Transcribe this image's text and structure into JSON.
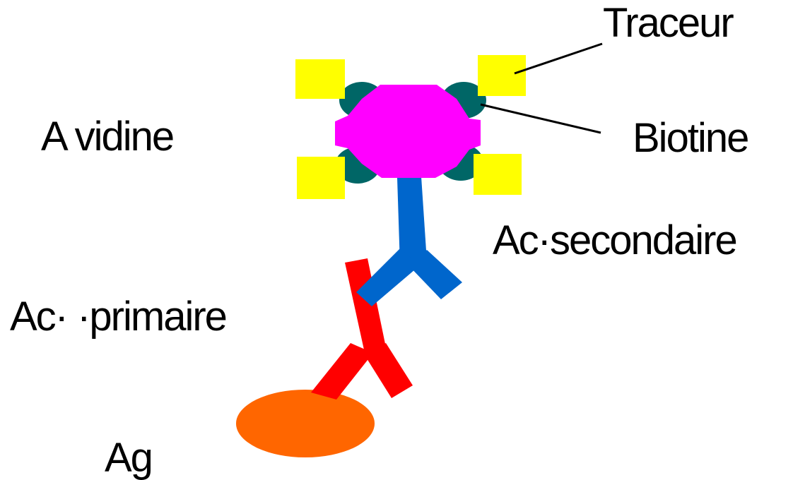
{
  "labels": {
    "traceur": "Traceur",
    "avidine": "A vidine",
    "biotine": "Biotine",
    "ac_secondaire": "Ac·secondaire",
    "ac_primaire": "Ac· ·primaire",
    "ag": "Ag"
  },
  "colors": {
    "traceur": "#ffff00",
    "biotine": "#006666",
    "avidine": "#ff00ff",
    "ac_secondaire": "#0066cc",
    "ac_primaire": "#ff0000",
    "ag": "#ff6600",
    "text": "#000000",
    "background": "#ffffff"
  }
}
